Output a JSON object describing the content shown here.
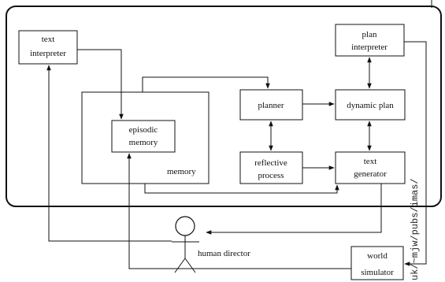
{
  "diagram": {
    "boxes": {
      "text_interpreter": [
        "text",
        "interpreter"
      ],
      "plan_interpreter": [
        "plan",
        "interpreter"
      ],
      "memory": "memory",
      "episodic_memory": [
        "episodic",
        "memory"
      ],
      "planner": "planner",
      "dynamic_plan": "dynamic plan",
      "reflective_process": [
        "reflective",
        "process"
      ],
      "text_generator": [
        "text",
        "generator"
      ],
      "world_simulator": [
        "world",
        "simulator"
      ]
    },
    "actor_label": "human director",
    "side_url": "uk/~mjw/pubs/imas/"
  }
}
